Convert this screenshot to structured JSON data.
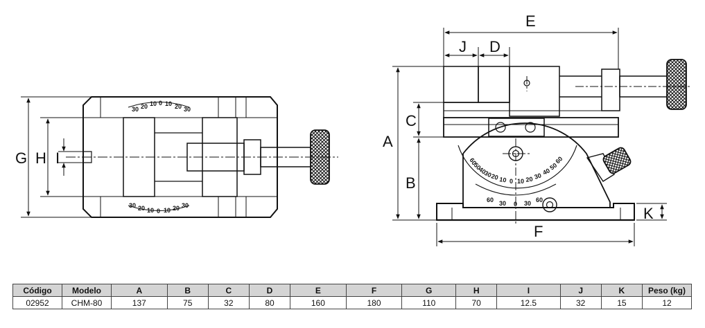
{
  "dimension_labels": {
    "a": "A",
    "b": "B",
    "c": "C",
    "d": "D",
    "e": "E",
    "f": "F",
    "g": "G",
    "h": "H",
    "i": "I",
    "j": "J",
    "k": "K"
  },
  "top_scale": [
    "30",
    "20",
    "10",
    "0",
    "10",
    "20",
    "30"
  ],
  "bottom_scale": [
    "30",
    "20",
    "10",
    "0",
    "10",
    "20",
    "30"
  ],
  "side_inner_scale": [
    "60",
    "50",
    "40",
    "30",
    "20",
    "10",
    "0",
    "10",
    "20",
    "30",
    "40",
    "50",
    "60"
  ],
  "side_outer_scale": [
    "60",
    "30",
    "0",
    "30",
    "60"
  ],
  "table": {
    "headers": [
      "Código",
      "Modelo",
      "A",
      "B",
      "C",
      "D",
      "E",
      "F",
      "G",
      "H",
      "I",
      "J",
      "K",
      "Peso (kg)"
    ],
    "rows": [
      [
        "02952",
        "CHM-80",
        "137",
        "75",
        "32",
        "80",
        "160",
        "180",
        "110",
        "70",
        "12.5",
        "32",
        "15",
        "12"
      ]
    ]
  }
}
